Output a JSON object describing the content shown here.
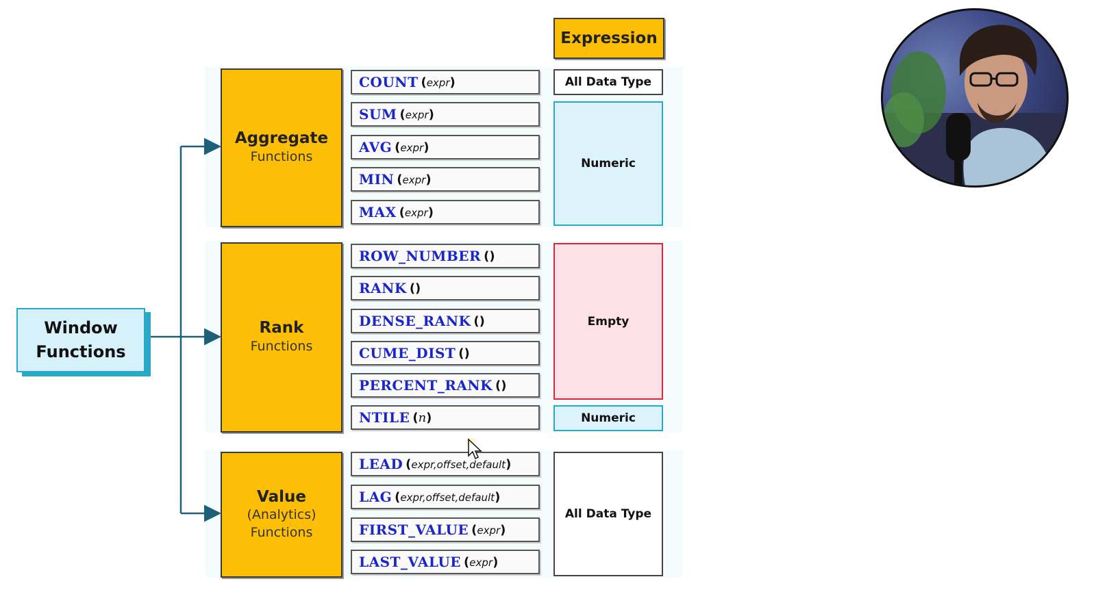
{
  "root": {
    "line1": "Window",
    "line2": "Functions"
  },
  "expression_header": "Expression",
  "groups": [
    {
      "name": "Aggregate",
      "sub": [
        "Functions"
      ],
      "functions": [
        {
          "name": "COUNT",
          "args": "expr"
        },
        {
          "name": "SUM",
          "args": "expr"
        },
        {
          "name": "AVG",
          "args": "expr"
        },
        {
          "name": "MIN",
          "args": "expr"
        },
        {
          "name": "MAX",
          "args": "expr"
        }
      ],
      "expressions": [
        "All Data Type",
        "Numeric"
      ]
    },
    {
      "name": "Rank",
      "sub": [
        "Functions"
      ],
      "functions": [
        {
          "name": "ROW_NUMBER",
          "args": ""
        },
        {
          "name": "RANK",
          "args": ""
        },
        {
          "name": "DENSE_RANK",
          "args": ""
        },
        {
          "name": "CUME_DIST",
          "args": ""
        },
        {
          "name": "PERCENT_RANK",
          "args": ""
        },
        {
          "name": "NTILE",
          "args": "n"
        }
      ],
      "expressions": [
        "Empty",
        "Numeric"
      ]
    },
    {
      "name": "Value",
      "sub": [
        "(Analytics)",
        "Functions"
      ],
      "functions": [
        {
          "name": "LEAD",
          "args": "expr,offset,default"
        },
        {
          "name": "LAG",
          "args": "expr,offset,default"
        },
        {
          "name": "FIRST_VALUE",
          "args": "expr"
        },
        {
          "name": "LAST_VALUE",
          "args": "expr"
        }
      ],
      "expressions": [
        "All Data Type"
      ]
    }
  ],
  "colors": {
    "category": "#fcbf06",
    "function_text": "#1b26c6",
    "connector": "#1e5f7a",
    "numeric_border": "#2aa9c7",
    "numeric_fill": "#ddf3fb",
    "empty_border": "#e0243a",
    "empty_fill": "#fce1e6"
  }
}
